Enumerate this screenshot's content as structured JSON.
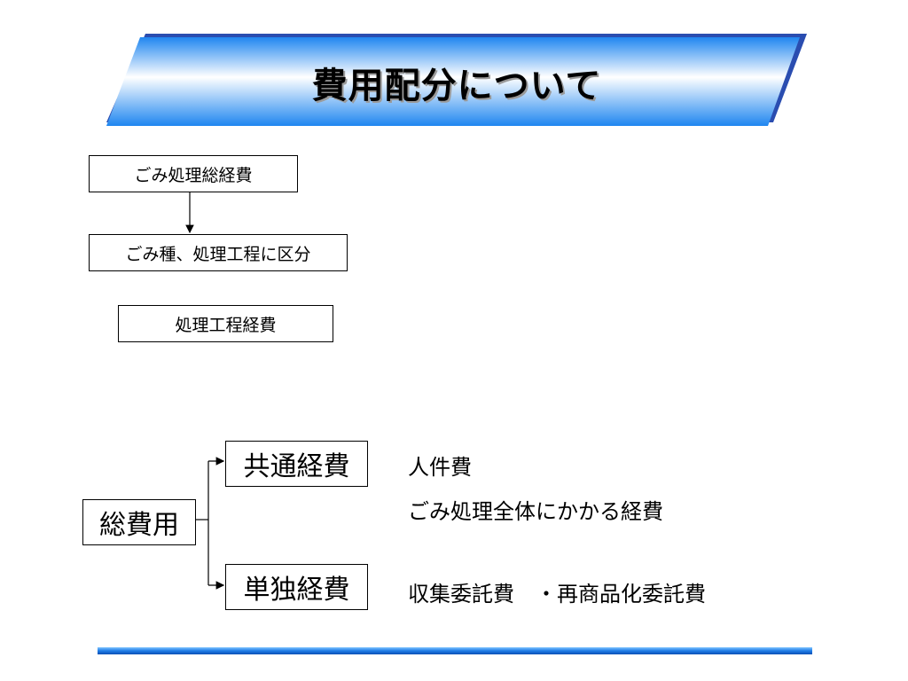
{
  "title": "費用配分について",
  "flow": {
    "step1": "ごみ処理総経費",
    "step2": "ごみ種、処理工程に区分",
    "step3": "処理工程経費"
  },
  "breakdown": {
    "root": "総費用",
    "common": {
      "label": "共通経費",
      "notes": [
        "人件費",
        "ごみ処理全体にかかる経費"
      ]
    },
    "individual": {
      "label": "単独経費",
      "notes": [
        "収集委託費　・再商品化委託費"
      ]
    }
  },
  "colors": {
    "banner_light": "#ffffff",
    "banner_dark": "#1f86f0",
    "banner_shadow": "#2a4db0",
    "rule": "#1e7be6"
  }
}
